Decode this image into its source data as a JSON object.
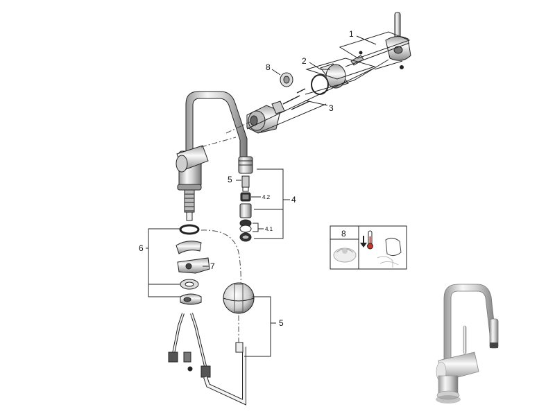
{
  "callouts": {
    "c1": "1",
    "c2": "2",
    "c3": "3",
    "c4": "4",
    "c4_1": "4.1",
    "c4_2": "4.2",
    "c5_upper": "5",
    "c5_lower": "5",
    "c6": "6",
    "c7": "7",
    "c8": "8"
  },
  "inset": {
    "label": "8"
  },
  "colors": {
    "line": "#222222",
    "chrome_light": "#f2f2f2",
    "chrome_mid": "#c8c8c8",
    "chrome_dark": "#6e6e6e",
    "hot_red": "#c0392b"
  },
  "icons": [
    "thermometer-icon",
    "down-arrow-icon",
    "cleaning-cloth-icon"
  ]
}
